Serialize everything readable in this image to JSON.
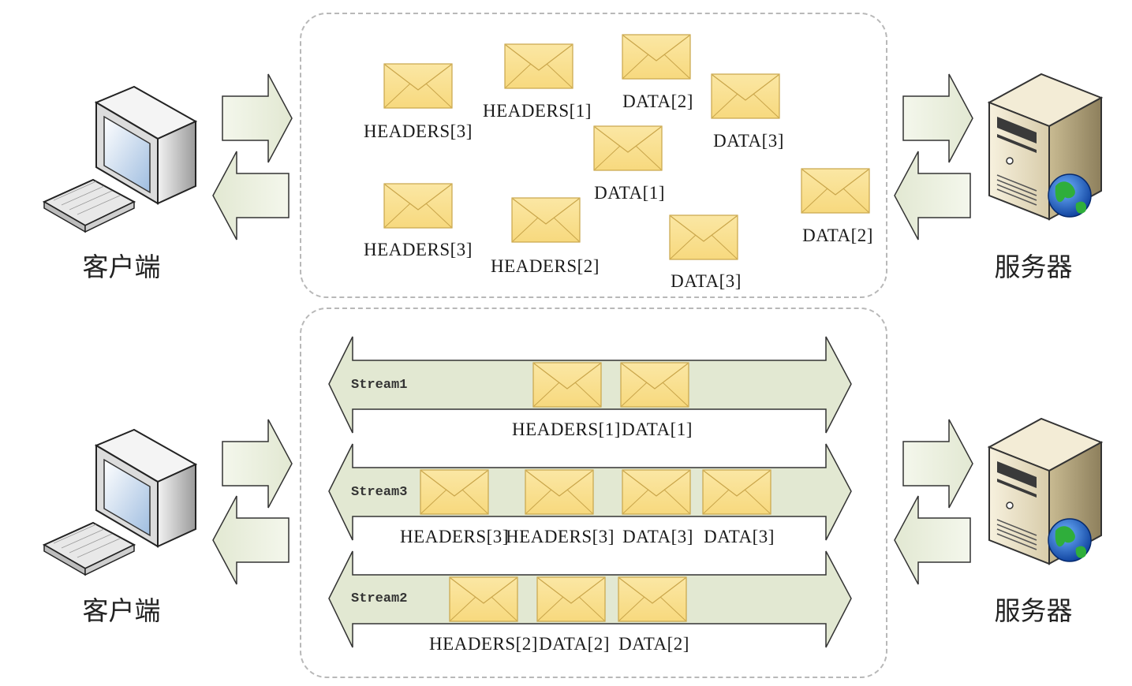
{
  "top": {
    "client_label": "客户端",
    "server_label": "服务器",
    "frames": [
      {
        "label": "HEADERS[3]"
      },
      {
        "label": "HEADERS[1]"
      },
      {
        "label": "DATA[2]"
      },
      {
        "label": "DATA[3]"
      },
      {
        "label": "DATA[1]"
      },
      {
        "label": "HEADERS[3]"
      },
      {
        "label": "HEADERS[2]"
      },
      {
        "label": "DATA[3]"
      },
      {
        "label": "DATA[2]"
      }
    ]
  },
  "bottom": {
    "client_label": "客户端",
    "server_label": "服务器",
    "streams": [
      {
        "name": "Stream1",
        "frames": [
          "HEADERS[1]",
          "DATA[1]"
        ]
      },
      {
        "name": "Stream3",
        "frames": [
          "HEADERS[3]",
          "HEADERS[3]",
          "DATA[3]",
          "DATA[3]"
        ]
      },
      {
        "name": "Stream2",
        "frames": [
          "HEADERS[2]",
          "DATA[2]",
          "DATA[2]"
        ]
      }
    ]
  },
  "colors": {
    "envelope_fill": "#f7d97e",
    "envelope_stroke": "#c9a54a",
    "arrow_fill": "#e2e8d2",
    "arrow_stroke": "#333333",
    "panel_border": "#b8b8b8"
  }
}
